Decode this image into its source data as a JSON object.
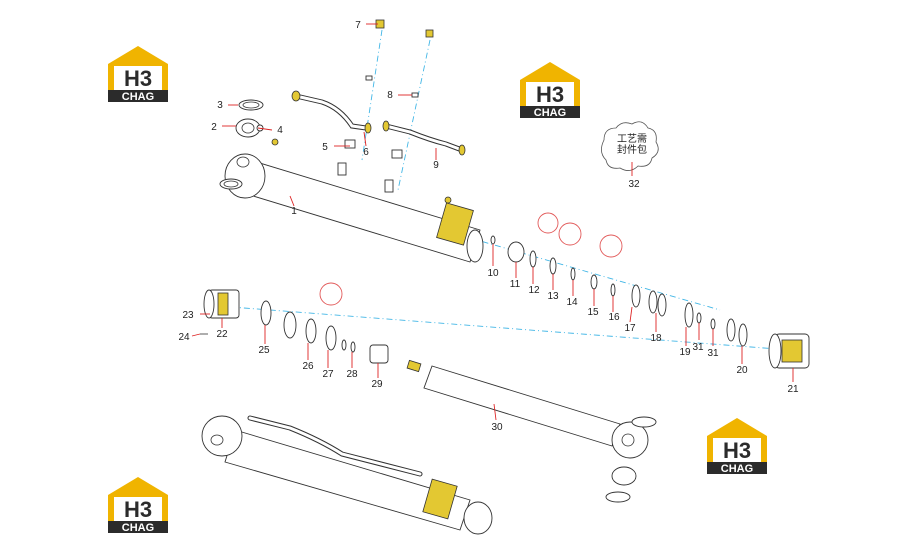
{
  "logo": {
    "mark": "H3",
    "text": "CHAG"
  },
  "callout_note": {
    "line1": "工艺需",
    "line2": "封件包",
    "number": "32"
  },
  "labels": {
    "p1": "1",
    "p2": "2",
    "p3": "3",
    "p4": "4",
    "p5": "5",
    "p6": "6",
    "p7": "7",
    "p8": "8",
    "p9": "9",
    "p10": "10",
    "p11": "11",
    "p12": "12",
    "p13": "13",
    "p14": "14",
    "p15": "15",
    "p16": "16",
    "p17": "17",
    "p18": "18",
    "p19": "19",
    "p20": "20",
    "p21": "21",
    "p22": "22",
    "p23": "23",
    "p24": "24",
    "p25": "25",
    "p26": "26",
    "p27": "27",
    "p28": "28",
    "p29": "29",
    "p30": "30",
    "p31": "31"
  },
  "colors": {
    "logo_yellow": "#f0b400",
    "logo_dark": "#2b2b2b",
    "leader": "#dd2222",
    "axis": "#41b6e6"
  }
}
